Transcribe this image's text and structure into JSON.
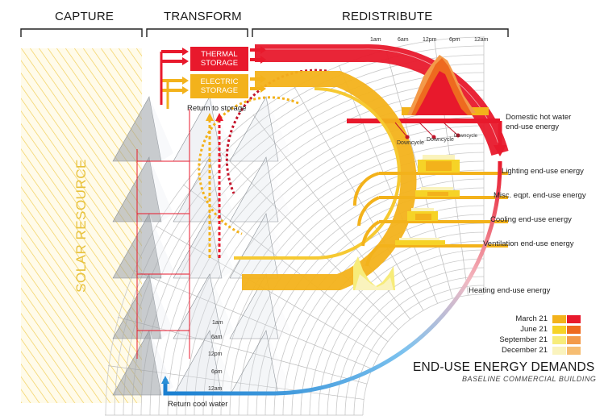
{
  "headers": {
    "capture": "CAPTURE",
    "transform": "TRANSFORM",
    "redistribute": "REDISTRIBUTE"
  },
  "solar_resource": "SOLAR RESOURCE",
  "storage": {
    "thermal": "THERMAL\nSTORAGE",
    "electric": "ELECTRIC\nSTORAGE"
  },
  "labels": {
    "return_to_storage": "Return to storage",
    "return_cool_water": "Return cool water",
    "downcycle": "Downcycle"
  },
  "time_ticks_top": [
    "1am",
    "6am",
    "12pm",
    "6pm",
    "12am"
  ],
  "time_ticks_left": [
    "1am",
    "6am",
    "12pm",
    "6pm",
    "12am"
  ],
  "end_uses": [
    {
      "label": "Domestic hot water",
      "label2": "end-use energy"
    },
    {
      "label": "Lighting end-use energy"
    },
    {
      "label": "Misc. eqpt. end-use energy"
    },
    {
      "label": "Cooling end-use energy"
    },
    {
      "label": "Ventilation end-use energy"
    },
    {
      "label": "Heating end-use energy"
    }
  ],
  "legend": [
    {
      "label": "March 21",
      "colors": [
        "#f3b21b",
        "#e8192c"
      ]
    },
    {
      "label": "June 21",
      "colors": [
        "#f6d327",
        "#ee6a1f"
      ]
    },
    {
      "label": "September 21",
      "colors": [
        "#f7ec7a",
        "#f39a4a"
      ]
    },
    {
      "label": "December 21",
      "colors": [
        "#faf3bd",
        "#f6bd72"
      ]
    }
  ],
  "title": "END-USE ENERGY DEMANDS",
  "subtitle": "BASELINE  COMMERCIAL BUILDING",
  "colors": {
    "thermal": "#e8192c",
    "electric": "#f3b21b",
    "cool_water": "#2a8fd6",
    "solar": "#f3d35c"
  }
}
